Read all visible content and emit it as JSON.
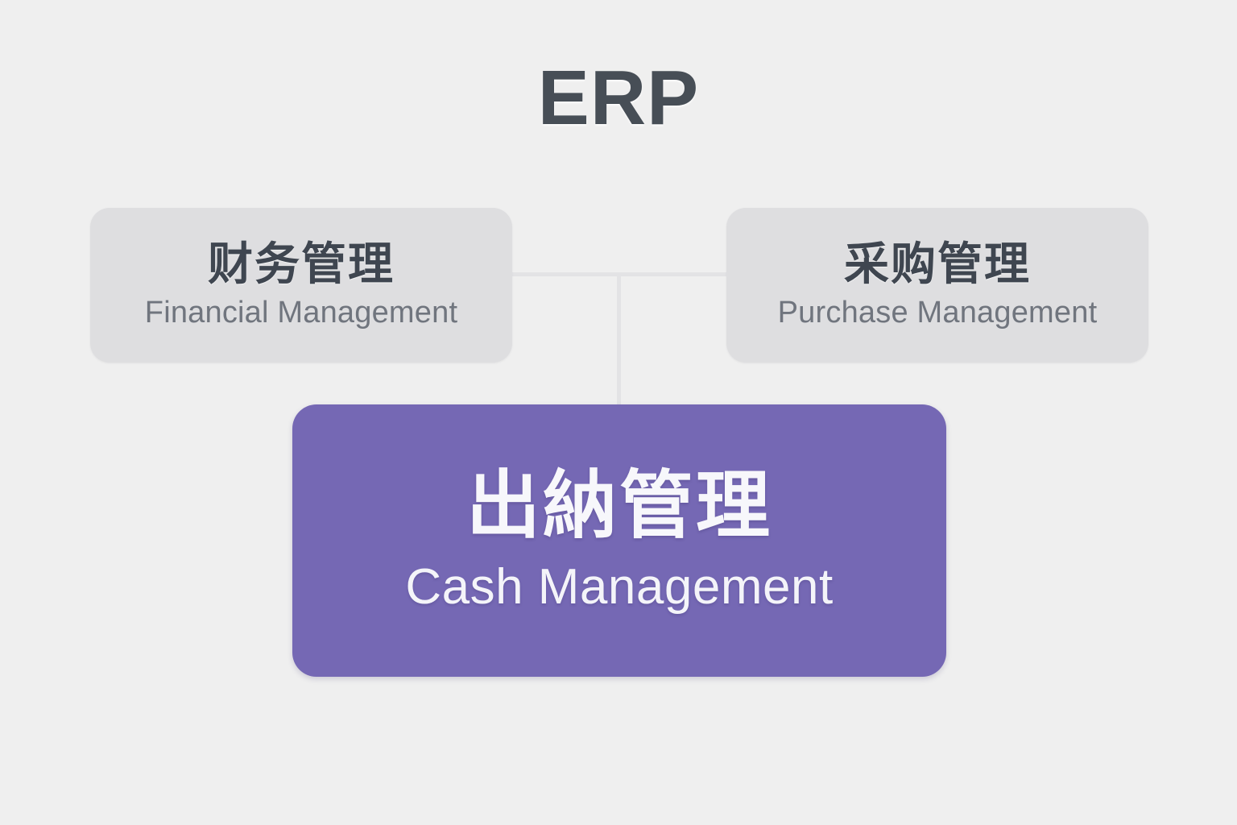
{
  "diagram": {
    "title": "ERP",
    "background_color": "#efefef",
    "connector_color": "#e3e3e5",
    "nodes": [
      {
        "id": "financial-management",
        "cn": "财务管理",
        "en": "Financial Management",
        "role": "sibling",
        "fill_color": "#dedee0",
        "cn_color": "#3f4650",
        "en_color": "#70757e"
      },
      {
        "id": "purchase-management",
        "cn": "采购管理",
        "en": "Purchase Management",
        "role": "sibling",
        "fill_color": "#dedee0",
        "cn_color": "#3f4650",
        "en_color": "#70757e"
      },
      {
        "id": "cash-management",
        "cn": "出納管理",
        "en": "Cash Management",
        "role": "highlighted",
        "fill_color": "#7568b4",
        "cn_color": "#f7f7fb",
        "en_color": "#f4f4f9"
      }
    ]
  }
}
